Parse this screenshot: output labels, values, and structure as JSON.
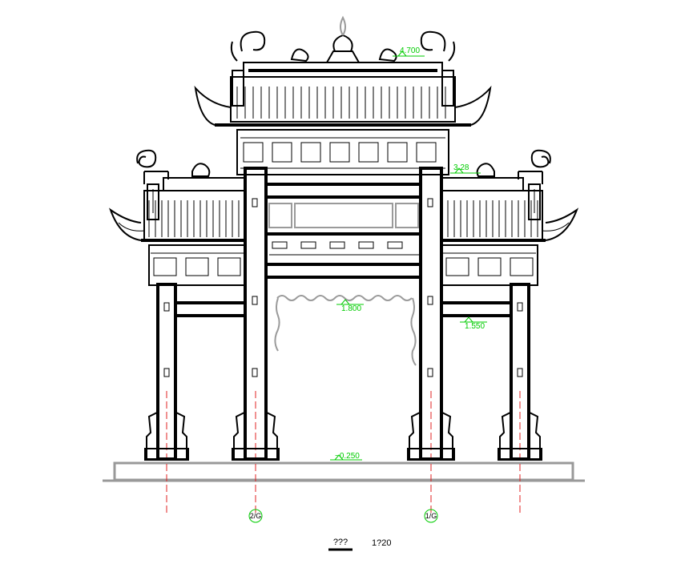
{
  "elevations": [
    {
      "id": "top",
      "label": "4.700"
    },
    {
      "id": "side-roof",
      "label": "3.28"
    },
    {
      "id": "arch",
      "label": "1.800"
    },
    {
      "id": "side-beam",
      "label": "1.550"
    },
    {
      "id": "ground",
      "label": "−0.250"
    }
  ],
  "axes": [
    {
      "id": "axis-2",
      "label": "2/G"
    },
    {
      "id": "axis-1",
      "label": "1/G"
    }
  ],
  "title_block": {
    "name": "???",
    "scale": "1?20"
  },
  "colors": {
    "line": "#000000",
    "elevation_mark": "#00cc00",
    "axis_line": "#e02020",
    "secondary": "#999999"
  }
}
